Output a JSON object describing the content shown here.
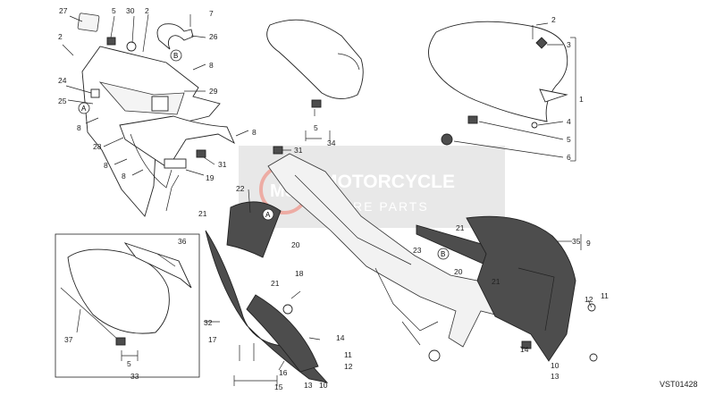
{
  "drawing_id": "VST01428",
  "watermark": {
    "logo_text": "MSP",
    "title": "MOTORCYCLE",
    "subtitle": "SPARE PARTS"
  },
  "callouts": [
    "27",
    "5",
    "30",
    "2",
    "7",
    "26",
    "2",
    "8",
    "24",
    "25",
    "29",
    "8",
    "28",
    "8",
    "8",
    "19",
    "31",
    "8",
    "31",
    "5",
    "34",
    "2",
    "3",
    "1",
    "4",
    "5",
    "6",
    "22",
    "21",
    "20",
    "21",
    "23",
    "21",
    "20",
    "35",
    "9",
    "21",
    "12",
    "11",
    "36",
    "32",
    "17",
    "18",
    "14",
    "11",
    "12",
    "37",
    "16",
    "15",
    "13",
    "10",
    "5",
    "33",
    "14",
    "10",
    "13"
  ],
  "assembly_markers": [
    "A",
    "B",
    "A",
    "B"
  ]
}
